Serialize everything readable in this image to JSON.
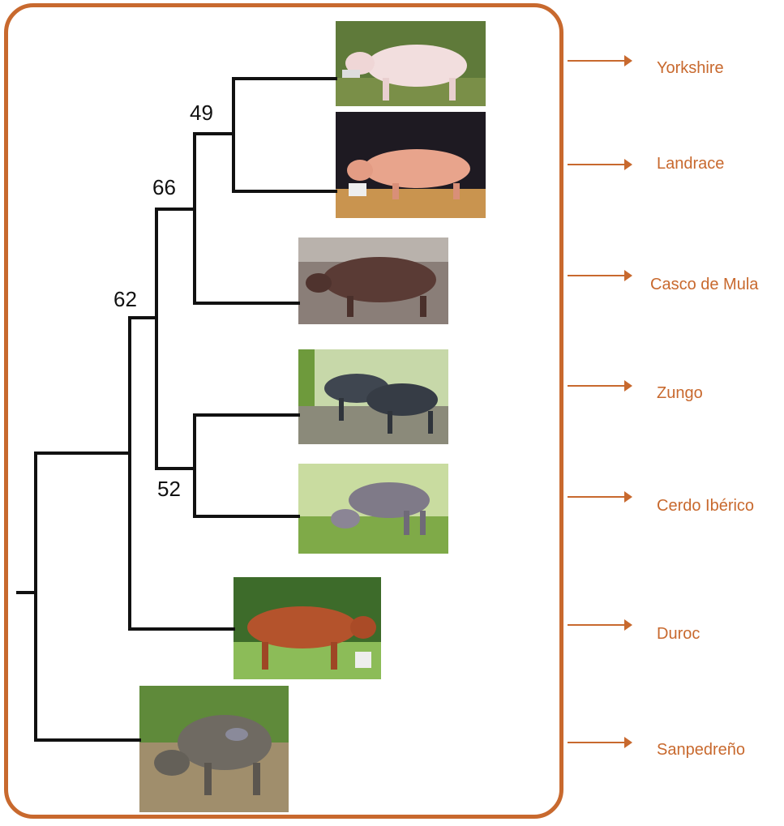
{
  "accent_color": "#c8692e",
  "breeds": [
    {
      "label": "Yorkshire",
      "icon": "white-pig-photo"
    },
    {
      "label": "Landrace",
      "icon": "pink-pig-photo"
    },
    {
      "label": "Casco de Mula",
      "icon": "dark-pig-photo"
    },
    {
      "label": "Zungo",
      "icon": "two-black-pigs-photo"
    },
    {
      "label": "Cerdo Ibérico",
      "icon": "grey-pig-grazing-photo"
    },
    {
      "label": "Duroc",
      "icon": "red-pig-photo"
    },
    {
      "label": "Sanpedreño",
      "icon": "spotted-pig-photo"
    }
  ],
  "bootstrap_values": [
    "49",
    "66",
    "62",
    "52"
  ]
}
